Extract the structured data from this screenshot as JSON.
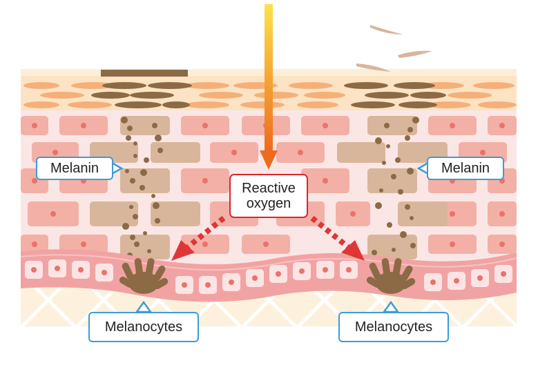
{
  "labels": {
    "melanin_left": "Melanin",
    "melanin_right": "Melanin",
    "reactive_oxygen_line1": "Reactive",
    "reactive_oxygen_line2": "oxygen",
    "melanocytes_left": "Melanocytes",
    "melanocytes_right": "Melanocytes"
  },
  "colors": {
    "stratum_corneum": "#fbe3c4",
    "corneum_cells": "#f5b07a",
    "epidermis_bg": "#fbe6e6",
    "skin_cell": "#f3b0a6",
    "cell_nucleus": "#e8736a",
    "melanin_cell": "#d8b69b",
    "melanin_dot": "#8b6a45",
    "basal_layer": "#f1a3a3",
    "basal_cell": "#fde4e4",
    "dermis_bg": "#fdf1dd",
    "callout_blue": "#3a9bd9",
    "callout_red": "#d8262b",
    "arrow_red": "#e03636",
    "melanocyte": "#8b6a45",
    "uv_gradient_top": "#fde24a",
    "uv_gradient_bottom": "#ee6a1f"
  },
  "icons": {
    "uv_ray": "uv-ray-arrow",
    "flake": "skin-flake-icon",
    "melanocyte": "melanocyte-hand-icon"
  }
}
